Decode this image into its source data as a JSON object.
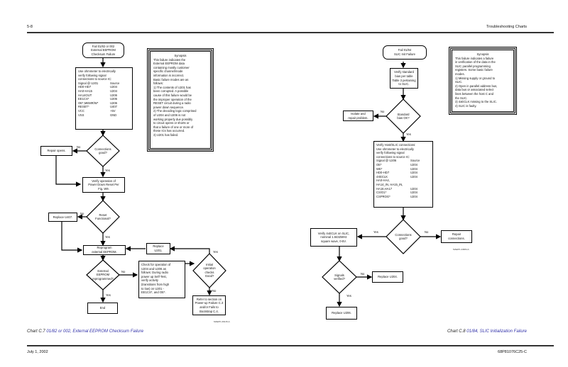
{
  "header": {
    "page_number": "5-8",
    "section_title": "Troubleshooting Charts"
  },
  "footer": {
    "date": "July 1, 2002",
    "doc_number": "68P81076C25-C"
  },
  "chart_c7": {
    "caption_number": "Chart C.7 ",
    "caption_title": "01/82 or 002, External EEPROM Checksum Failure",
    "ref_code": "MAEPF-26415-A",
    "start": [
      "Fail 01/82 or 002",
      "External EEPROM",
      "Checksum Failure"
    ],
    "check_box": {
      "intro": [
        "Use ohmmeter to electrically",
        "verify following signal",
        "connections to source IC:"
      ],
      "header": [
        "Signal @ U201",
        "Source"
      ],
      "rows": [
        [
          "HD0-HD7",
          "U204"
        ],
        [
          "HA0-HA15",
          "U204"
        ],
        [
          "HA14OUT",
          "U206"
        ],
        [
          "EE1CS*",
          "U206"
        ],
        [
          "OE*,MEMR/W*",
          "U206"
        ],
        [
          "RESET*",
          "U407"
        ],
        [
          "VCC",
          "+5V"
        ],
        [
          "VSS",
          "GND"
        ]
      ]
    },
    "synopsis": {
      "title": "Synopsis",
      "lines": [
        "This failure indicates the",
        "External EEPROM data",
        "containing mostly customer",
        "specific channel/mode",
        "information is incorrect.",
        "Basic failure modes are as",
        "follows:",
        "1) The contents of U201 has",
        "been corrupted.  A possible",
        "cause of this failure would be",
        "the improper operation of the",
        "RESET circuit during a radio",
        "power down sequence.",
        "2) The decoding logic comprised",
        "of U204 and U206 is not",
        "working properly due possibly",
        "to circuit opens or shorts or",
        "that a failure of one or more of",
        "these ICs has occurred.",
        "3) U201 has failed."
      ]
    },
    "d_connections": [
      "Connections",
      "good?"
    ],
    "repair_opens": "Repair opens.",
    "verify_reset": [
      "Verify operation of",
      "Power Down Reset Per",
      "Fig. W9."
    ],
    "d_reset": [
      "Reset",
      "Functional?"
    ],
    "replace_u407": "Replace U407.",
    "reprogram": [
      "Reprogram",
      "external EEPROM."
    ],
    "replace_u201": [
      "Replace",
      "U201."
    ],
    "d_programmed": [
      "External",
      "EEPROM",
      "reprogrammed?"
    ],
    "end": "End",
    "check_ops": [
      "Check for operation of",
      "U204 and U206 as",
      "follows: During radio",
      "power up Self-Test,",
      "verify activity",
      "(transitions from high",
      "to low) on U201 -",
      "EE1CS*, and OE*."
    ],
    "d_initial": [
      "Initial",
      "operation",
      "checks",
      "Good?"
    ],
    "refer": [
      "Refer to section on",
      "Power-up Failure C.3",
      "and/or Fails to",
      "Bootstrap C.4."
    ],
    "labels": {
      "yes": "Yes",
      "no": "No"
    }
  },
  "chart_c8": {
    "caption_number": "Chart C.8 ",
    "caption_title": "01/84, SLIC Initialization Failure",
    "ref_code": "MAEPF-24684-A",
    "start": [
      "Fail 01/84",
      "SLIC Init Failure"
    ],
    "verify_bias": [
      "Verify standard",
      "bias per table",
      "Table 3 pertaining",
      "to SLIC."
    ],
    "d_bias": [
      "Standard",
      "bias OK?"
    ],
    "isolate": [
      "Isolate and",
      "repair problem."
    ],
    "synopsis": {
      "title": "Synopsis",
      "lines": [
        "This failure indicates a failure",
        "in verification of the data in the",
        "SLIC parallel programming",
        "registers. Some basic failure",
        "modes.",
        "1) Missing supply or ground to",
        "SLIC.",
        "2) Open in parallel address bus,",
        "data bus or associated select",
        "lines between the host  C and",
        "the SLIC.",
        "3) 4xECLK missing to the SLIC.",
        "4) SLIC is faulty."
      ]
    },
    "verify_host": {
      "intro": [
        "Verify Host/SLIC connections:",
        "Use ohmmeter to electrically",
        "verify following signal",
        "connections to source IC:"
      ],
      "header": [
        "Signal @ U206",
        "Source"
      ],
      "rows": [
        [
          "OE*",
          "U204"
        ],
        [
          "WE*",
          "U204"
        ],
        [
          "HD0-HD7",
          "U204"
        ],
        [
          "4XECLK",
          "U204"
        ],
        [
          "HA0-HA4,",
          ""
        ],
        [
          "HA14_IN, HA15_IN,",
          ""
        ],
        [
          "HA16,HA17",
          "U204"
        ],
        [
          "CS/O1*",
          "U204"
        ],
        [
          "CSPROG*",
          "U204"
        ]
      ]
    },
    "d_connections": [
      "Connections",
      "good?"
    ],
    "repair_connections": [
      "Repair",
      "connections."
    ],
    "verify_clk": [
      "Verify 4xECLK on SLIC,",
      "nominal 1.8432MHz",
      "square wave, 0-5V."
    ],
    "d_signals": [
      "Signals",
      "verified?"
    ],
    "replace_u204": "Replace U204.",
    "replace_u206": "Replace U206.",
    "labels": {
      "yes": "Yes",
      "no": "No"
    }
  }
}
